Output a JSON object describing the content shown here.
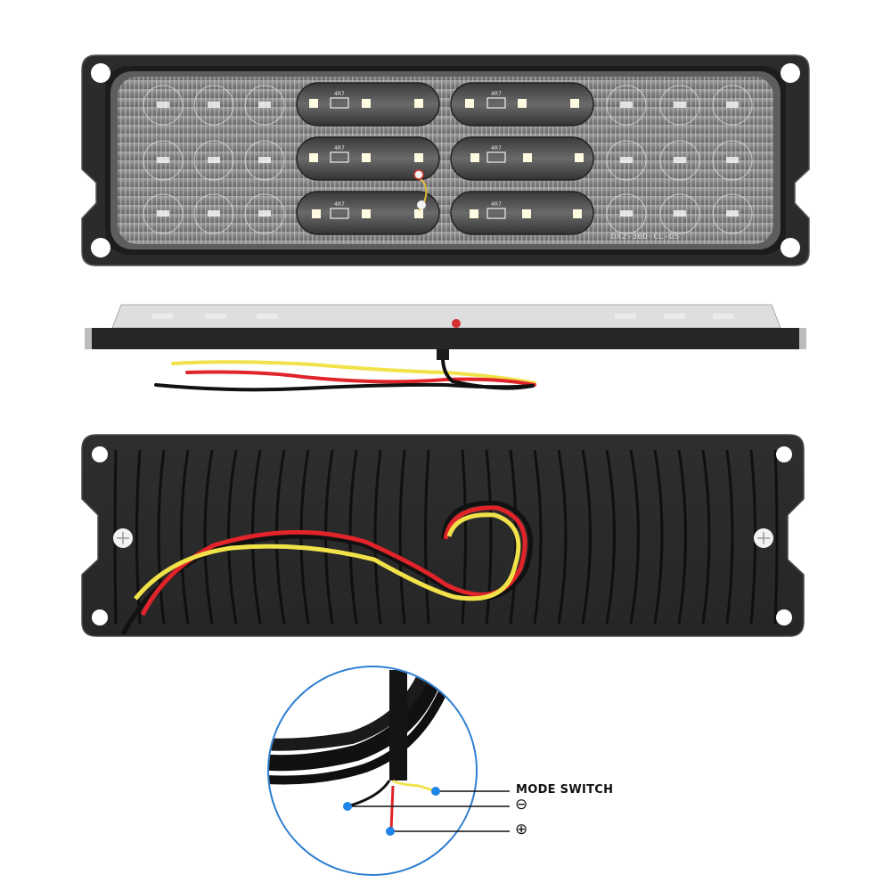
{
  "product": {
    "name": "LED light bar (front, side, back views)",
    "model_marking": "DX2-36D-CL-DS",
    "resistor_marking": "4R7",
    "views": [
      "front",
      "side",
      "back",
      "wire-detail"
    ]
  },
  "wiring_callout": {
    "mode_switch_label": "MODE SWITCH",
    "negative_symbol": "⊖",
    "positive_symbol": "⊕",
    "wires": [
      {
        "color_name": "yellow",
        "hex": "#f2e24a",
        "function": "MODE SWITCH"
      },
      {
        "color_name": "black",
        "hex": "#111111",
        "function": "negative"
      },
      {
        "color_name": "red",
        "hex": "#e0242a",
        "function": "positive"
      }
    ]
  },
  "colors": {
    "frame": "#2b2b2b",
    "lens": "#8f8f8f",
    "led": "#fffbe0",
    "callout_circle": "#2f7fd0",
    "callout_dot": "#1f84e6",
    "wire_yellow": "#f2e24a",
    "wire_red": "#e0242a",
    "wire_black": "#111111"
  }
}
